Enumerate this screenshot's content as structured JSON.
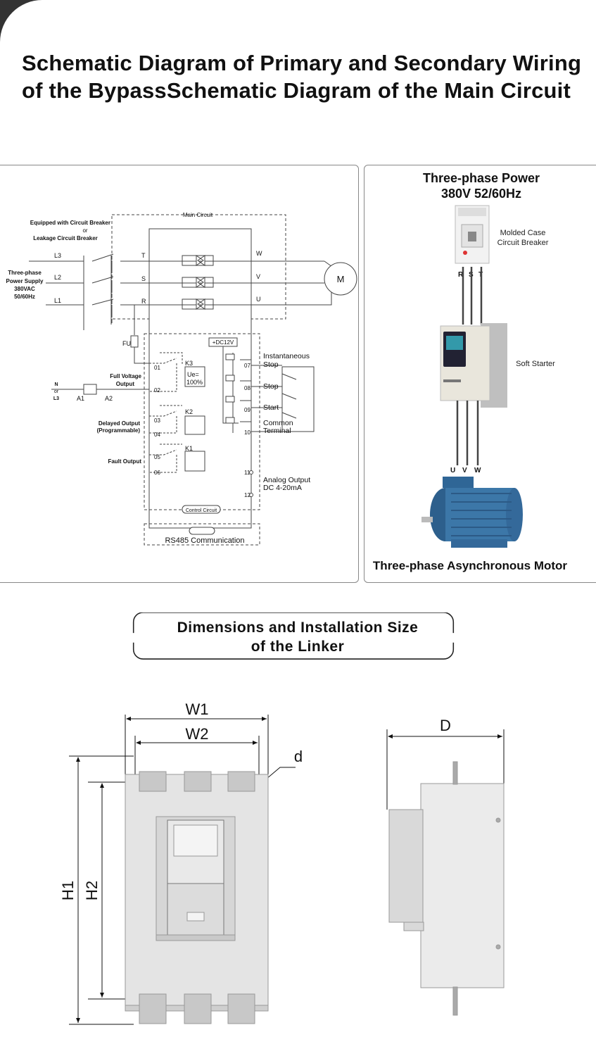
{
  "header": {
    "title_line1": "Schematic Diagram of Primary and Secondary Wiring",
    "title_line2": "of the BypassSchematic Diagram of the Main Circuit"
  },
  "wiring_diagram": {
    "main_circuit_label": "Main Circuit",
    "breaker_note": [
      "Equipped with Circuit Breaker",
      "or",
      "Leakage Circuit Breaker"
    ],
    "supply_label": [
      "Three-phase",
      "Power Supply",
      "380VAC",
      "50/60Hz"
    ],
    "input_lines": [
      "L3",
      "L2",
      "L1"
    ],
    "input_terminals": [
      "T",
      "S",
      "R"
    ],
    "output_terminals": [
      "W",
      "V",
      "U"
    ],
    "motor_symbol": "M",
    "fuse_label": "FU",
    "neutral_label": [
      "N",
      "or",
      "L3"
    ],
    "coil_terminals": [
      "A1",
      "A2"
    ],
    "full_voltage_label": [
      "Full Voltage",
      "Output"
    ],
    "delayed_label": [
      "Delayed Output",
      "(Programmable)"
    ],
    "fault_label": "Fault Output",
    "relay_terminals": [
      "01",
      "02",
      "03",
      "04",
      "05",
      "06"
    ],
    "relays": [
      "K3",
      "K2",
      "K1"
    ],
    "ue_label": [
      "Ue=",
      "100%"
    ],
    "dc_label": "+DC12V",
    "control_terminals": [
      "07",
      "08",
      "09",
      "10",
      "11",
      "12"
    ],
    "control_labels": {
      "instantaneous_stop": [
        "Instantaneous",
        "Stop"
      ],
      "stop": "Stop",
      "start": "Start",
      "common": [
        "Common",
        "Terminal"
      ],
      "analog": [
        "Analog Output",
        "DC 4-20mA"
      ]
    },
    "control_circuit_label": "Control Circuit",
    "rs485_label": "RS485 Communication"
  },
  "product_diagram": {
    "power_title": [
      "Three-phase Power",
      "380V 52/60Hz"
    ],
    "breaker_label": [
      "Molded Case",
      "Circuit Breaker"
    ],
    "input_phases": [
      "R",
      "S",
      "T"
    ],
    "soft_starter_label": "Soft Starter",
    "output_phases": [
      "U",
      "V",
      "W"
    ],
    "motor_label": "Three-phase Asynchronous Motor"
  },
  "dimensions": {
    "heading_line1": "Dimensions  and  Installation  Size",
    "heading_line2": "of  the Linker",
    "labels": {
      "w1": "W1",
      "w2": "W2",
      "d_small": "d",
      "h1": "H1",
      "h2": "H2",
      "depth": "D"
    }
  },
  "colors": {
    "motor_blue": "#3c77a8",
    "starter_body": "#e9e6dc",
    "line": "#555555"
  }
}
